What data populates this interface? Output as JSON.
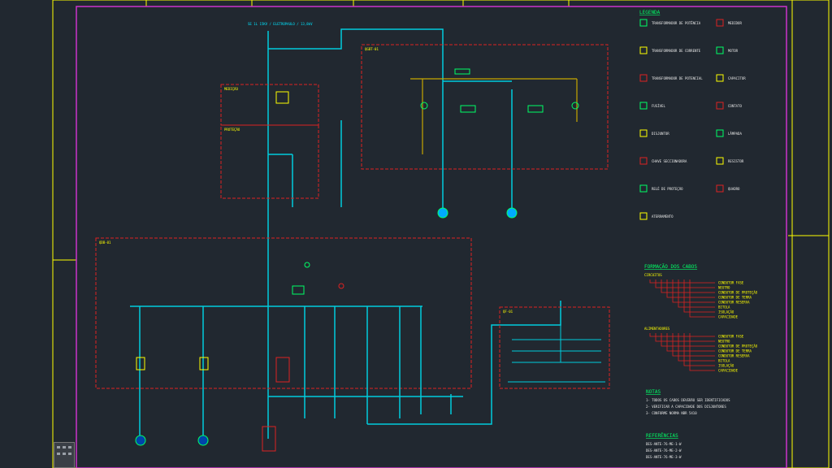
{
  "drawing": {
    "colors": {
      "background": "#212830",
      "sheet_border": "#cc33cc",
      "outer_frame": "#ffff00",
      "bus": "#00ccdd",
      "panel_border": "#dd2222",
      "text": "#ffff00"
    },
    "source_label": "SE 1L 15KV / ELETROPAULO / 13,8kV",
    "panels": [
      {
        "id": "qgbt",
        "title": "QGBT-01"
      },
      {
        "id": "medicao",
        "title": "MEDIÇÃO"
      },
      {
        "id": "protecao",
        "title": "PROTEÇÃO"
      },
      {
        "id": "qgbt2",
        "title": "QDB-01"
      },
      {
        "id": "qdf",
        "title": "QF-01"
      }
    ],
    "legend": {
      "title": "LEGENDA",
      "items": [
        {
          "icon": "transformer-icon",
          "text": "TRANSFORMADOR DE POTÊNCIA"
        },
        {
          "icon": "transformer-icon",
          "text": "TRANSFORMADOR DE CORRENTE"
        },
        {
          "icon": "transformer-icon",
          "text": "TRANSFORMADOR DE POTENCIAL"
        },
        {
          "icon": "fuse-icon",
          "text": "FUSÍVEL"
        },
        {
          "icon": "breaker-icon",
          "text": "DISJUNTOR"
        },
        {
          "icon": "switch-icon",
          "text": "CHAVE SECCIONADORA"
        },
        {
          "icon": "relay-icon",
          "text": "RELÉ DE PROTEÇÃO"
        },
        {
          "icon": "ground-icon",
          "text": "ATERRAMENTO"
        },
        {
          "icon": "meter-icon",
          "text": "MEDIDOR"
        },
        {
          "icon": "motor-icon",
          "text": "MOTOR"
        },
        {
          "icon": "capacitor-icon",
          "text": "CAPACITOR"
        },
        {
          "icon": "contact-icon",
          "text": "CONTATO"
        },
        {
          "icon": "lamp-icon",
          "text": "LÂMPADA"
        },
        {
          "icon": "resistor-icon",
          "text": "RESISTOR"
        },
        {
          "icon": "box-icon",
          "text": "QUADRO"
        }
      ]
    },
    "cable_formation": {
      "title": "FORMAÇÃO DOS CABOS",
      "groups": [
        {
          "title": "CIRCUITOS",
          "lines": [
            "CONDUTOR FASE",
            "NEUTRO",
            "CONDUTOR DE PROTEÇÃO",
            "CONDUTOR DE TERRA",
            "CONDUTOR RESERVA",
            "BITOLA",
            "ISOLAÇÃO",
            "CAPACIDADE"
          ]
        },
        {
          "title": "ALIMENTADORES",
          "lines": [
            "CONDUTOR FASE",
            "NEUTRO",
            "CONDUTOR DE PROTEÇÃO",
            "CONDUTOR DE TERRA",
            "CONDUTOR RESERVA",
            "BITOLA",
            "ISOLAÇÃO",
            "CAPACIDADE"
          ]
        }
      ]
    },
    "notes": {
      "title": "NOTAS",
      "lines": [
        "1- TODOS OS CABOS DEVERÃO SER IDENTIFICADOS",
        "2- VERIFICAR A CAPACIDADE DOS DISJUNTORES",
        "3- CONFORME NORMA NBR 5410"
      ]
    },
    "references": {
      "title": "REFERÊNCIAS",
      "lines": [
        "DES-ANTE-76-ME-1-W",
        "DES-ANTE-76-ME-2-W",
        "DES-ANTE-76-ME-3-W"
      ]
    }
  }
}
